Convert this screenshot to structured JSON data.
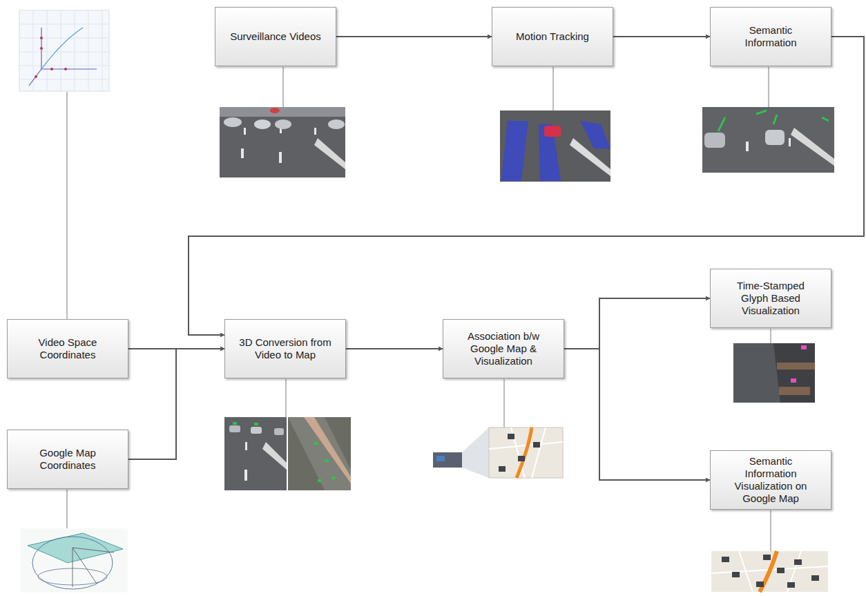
{
  "diagram": {
    "nodes": [
      {
        "text": [
          "Surveillance Videos"
        ]
      },
      {
        "text": [
          "Motion Tracking"
        ]
      },
      {
        "text": [
          "Semantic Information"
        ]
      },
      {
        "text": [
          "Video Space Coordinates"
        ]
      },
      {
        "text": [
          "Google Map Coordinates"
        ]
      },
      {
        "text": [
          "3D Conversion from Video to Map"
        ]
      },
      {
        "text": [
          "Association b/w Google Map & Visualization"
        ]
      },
      {
        "text": [
          "Time-Stamped Glyph Based Visualization"
        ]
      },
      {
        "text": [
          "Semantic Information Visualization on Google Map"
        ]
      }
    ],
    "edges": [
      {
        "from": 0,
        "to": 1,
        "arrow": "to"
      },
      {
        "from": 1,
        "to": 2,
        "arrow": "to"
      },
      {
        "from": 2,
        "to": 5,
        "arrow": "to"
      },
      {
        "from": 3,
        "to": 5,
        "arrow": "to"
      },
      {
        "from": 4,
        "to": 5,
        "arrow": "to"
      },
      {
        "from": 5,
        "to": 6,
        "arrow": "to"
      },
      {
        "from": 6,
        "to": 7,
        "arrow": "to"
      },
      {
        "from": 6,
        "to": 8,
        "arrow": "to"
      }
    ]
  }
}
